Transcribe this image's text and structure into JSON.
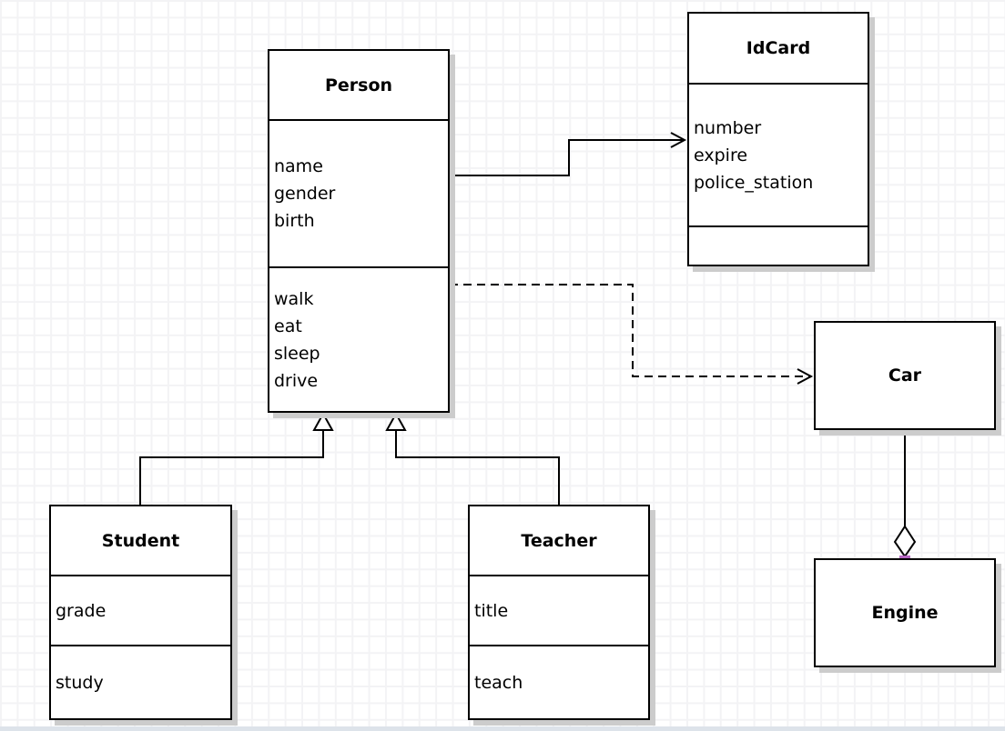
{
  "diagram": {
    "kind": "uml-class-diagram",
    "colors": {
      "box_fill": "#ffffff",
      "box_border": "#000000",
      "shadow": "#cccccc",
      "grid_line": "#f3f3f5",
      "endpoint_square": "#b666c2",
      "bottom_edge": "#dde3ea"
    }
  },
  "classes": {
    "person": {
      "title": "Person",
      "attributes": [
        "name",
        "gender",
        "birth"
      ],
      "methods": [
        "walk",
        "eat",
        "sleep",
        "drive"
      ]
    },
    "idcard": {
      "title": "IdCard",
      "attributes": [
        "number",
        "expire",
        "police_station"
      ],
      "methods": []
    },
    "car": {
      "title": "Car"
    },
    "engine": {
      "title": "Engine"
    },
    "student": {
      "title": "Student",
      "attributes": [
        "grade"
      ],
      "methods": [
        "study"
      ]
    },
    "teacher": {
      "title": "Teacher",
      "attributes": [
        "title"
      ],
      "methods": [
        "teach"
      ]
    }
  },
  "relationships": [
    {
      "from": "Person",
      "to": "IdCard",
      "type": "association",
      "line": "solid",
      "head": "open-arrow"
    },
    {
      "from": "Person",
      "to": "Car",
      "type": "dependency",
      "line": "dashed",
      "head": "open-arrow"
    },
    {
      "from": "Student",
      "to": "Person",
      "type": "generalization",
      "line": "solid",
      "head": "hollow-triangle"
    },
    {
      "from": "Teacher",
      "to": "Person",
      "type": "generalization",
      "line": "solid",
      "head": "hollow-triangle"
    },
    {
      "from": "Car",
      "to": "Engine",
      "type": "aggregation",
      "line": "solid",
      "head": "hollow-diamond"
    }
  ]
}
